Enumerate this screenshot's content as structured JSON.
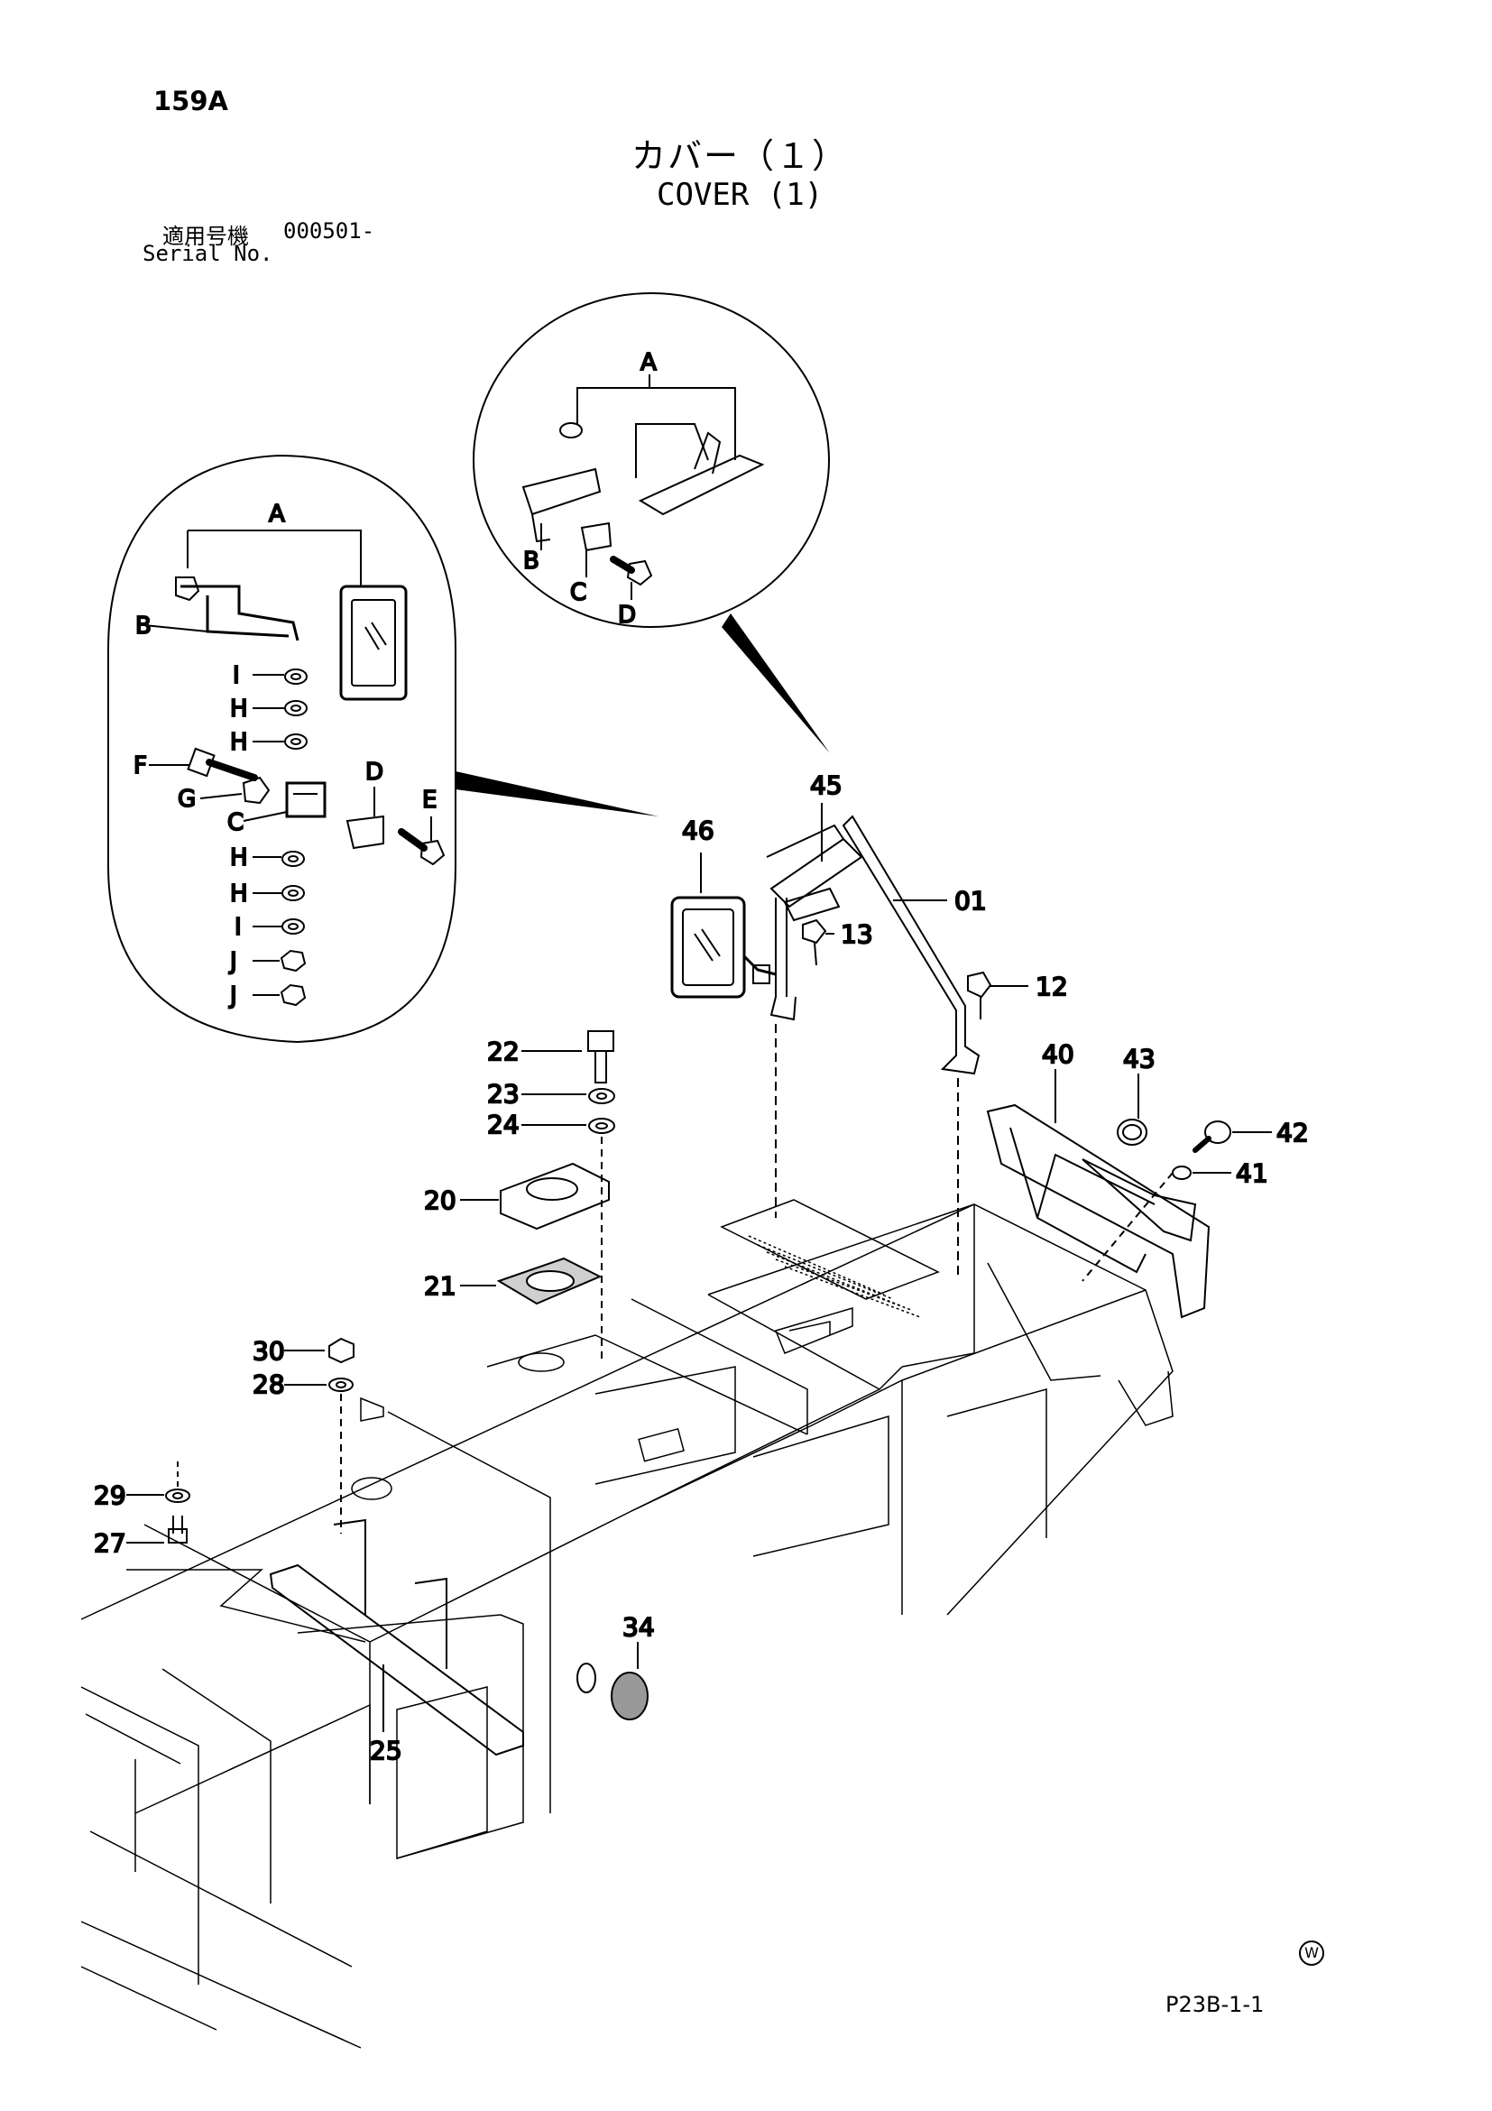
{
  "header": {
    "page_number": "159A",
    "title_jp": "カバー（１）",
    "title_en": "COVER (1)",
    "serial_label_jp": "適用号機",
    "serial_value": "000501-",
    "serial_label_en": "Serial No."
  },
  "footer": {
    "drawing_code": "P23B-1-1",
    "circle_mark": "W"
  },
  "callouts": {
    "mirror_assembly": [
      "45",
      "46",
      "01",
      "13",
      "12"
    ],
    "fuel_cap_area": [
      "22",
      "23",
      "24",
      "20",
      "21"
    ],
    "left_bracket": [
      "30",
      "28",
      "29",
      "27",
      "25"
    ],
    "side_cover": [
      "34"
    ],
    "rear_panel": [
      "40",
      "43",
      "42",
      "41"
    ]
  },
  "detail_circle_left": {
    "letters": [
      "A",
      "B",
      "I",
      "H",
      "H",
      "F",
      "G",
      "C",
      "D",
      "E",
      "H",
      "H",
      "I",
      "J",
      "J"
    ]
  },
  "detail_circle_top": {
    "letters": [
      "A",
      "B",
      "C",
      "D"
    ]
  }
}
